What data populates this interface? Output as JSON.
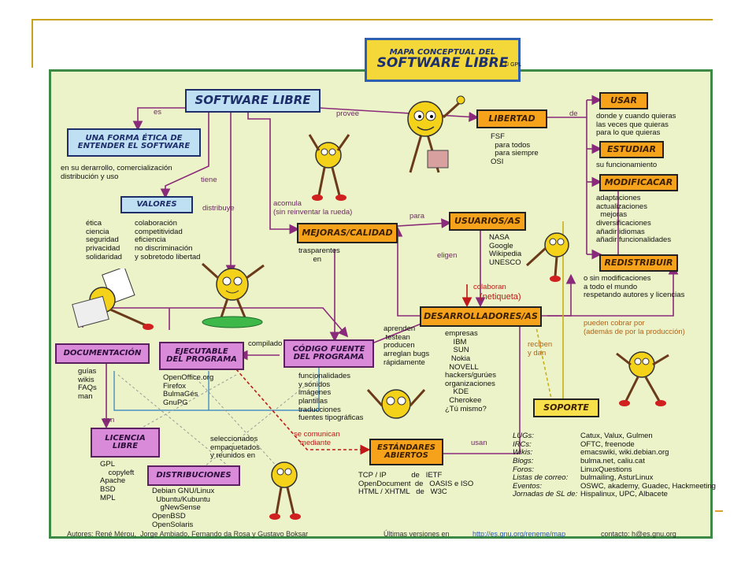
{
  "map": {
    "title": {
      "line1": "MAPA CONCEPTUAL DEL",
      "line2": "SOFTWARE LIBRE",
      "mark": "© GPL"
    },
    "nodes": {
      "software_libre": "SOFTWARE LIBRE",
      "forma_etica": "UNA FORMA ÉTICA DE\nENTENDER EL SOFTWARE",
      "valores": "VALORES",
      "libertad": "LIBERTAD",
      "usar": "USAR",
      "estudiar": "ESTUDIAR",
      "modificar": "MODIFICACAR",
      "redistribuir": "REDISTRIBUIR",
      "usuarios": "USUARIOS/AS",
      "mejoras": "MEJORAS/CALIDAD",
      "desarrolladores": "DESARROLLADORES/AS",
      "documentacion": "DOCUMENTACIÓN",
      "ejecutable": "EJECUTABLE\nDEL PROGRAMA",
      "codigo": "CÓDIGO FUENTE\nDEL PROGRAMA",
      "licencia": "LICENCIA\nLIBRE",
      "distribuciones": "DISTRIBUCIONES",
      "estandares": "ESTÁNDARES\nABIERTOS",
      "soporte": "SOPORTE"
    },
    "links": {
      "es": "es",
      "provee": "provee",
      "de": "de",
      "tiene": "tiene",
      "distribuye": "distribuye",
      "acomula": "acomula\n(sin reinventar la rueda)",
      "para": "para",
      "eligen": "eligen",
      "colaboran": "colaboran",
      "netiqueta": "(netiqueta)",
      "trasparentes": "trasparentes\n       en",
      "compilado": "compilado",
      "con": "con",
      "se_comunican": "se comunican\n   mediante",
      "usan": "usan",
      "reciben": "reciben\ny dan",
      "pueden_cobrar": "pueden cobrar por\n(además de por la producción)"
    },
    "texts": {
      "forma_desc": "en su derarrollo, comercialización\ndistribución y uso",
      "valores_col1": "ética\nciencia\nseguridad\nprivacidad\nsolidaridad",
      "valores_col2": "colaboración\ncompetitividad\neficiencia\nno discriminación\ny sobretodo libertad",
      "libertad_list": "FSF\n  para todos\n  para siempre\nOSI",
      "usar_desc": "donde y cuando quieras\nlas veces que quieras\npara lo que quieras",
      "estudiar_desc": "su funcionamiento",
      "modificar_desc": "adaptaciones\nactualizaciones\n  mejoras\ndiversificaciones\nañadir idiomas\nañadir funcionalidades",
      "redistribuir_desc": "o sin modificaciones\na todo el mundo\nrespetando autores y licencias",
      "usuarios_list": "NASA\nGoogle\nWikipedia\nUNESCO",
      "dev_actions": "aprenden\n testean\nproducen\narreglan bugs\nrápidamente",
      "dev_list": "empresas\n    IBM\n    SUN\n   Nokia\n  NOVELL\nhackers/gurúes\norganizaciones\n    KDE\n  Cherokee\n¿Tú mismo?",
      "doc_list": "guías\nwikis\nFAQs\nman",
      "ejec_list": "OpenOffice.org\nFirefox\nBulmaGés\nGnuPG",
      "codigo_list": "funcionalidades\ny sonidos\nimágenes\nplantillas\ntraducciones\nfuentes tipográficas",
      "licencia_list": "GPL\n    copyleft\nApache\nBSD\nMPL",
      "seleccionados": "seleccionados\nempaquetados\ny reunidos en",
      "distros_list": "Debian GNU/Linux\n  Ubuntu/Kubuntu\n    gNewSense\nOpenBSD\nOpenSolaris",
      "estandares_list": "TCP / IP            de   IETF\nOpenDocument  de   OASIS e ISO\nHTML / XHTML   de   W3C",
      "soporte_labels": "LUGs:\nIRCs:\nWikis:\nBlogs:\nForos:\nListas de correo:\nEventos:\nJornadas de SL de:",
      "soporte_values": "Catux, Valux, Gulmen\nOFTC, freenode\nemacswiki, wiki.debian.org\nbulma.net, caliu.cat\nLinuxQuestions\nbulmailing, AsturLinux\nOSWC, akademy, Guadec, Hackmeeting\nHispalinux, UPC, Albacete"
    },
    "footer": {
      "authors": "Autores: René Mérou,  Jorge Ambiado, Fernando da Rosa y Gustavo Boksar",
      "versions": "Últimas versiones en",
      "url": "http://es.gnu.org/reneme/map",
      "contact": "contacto: h@es.gnu.org"
    },
    "colors": {
      "frame": "#3d8a46",
      "background": "#ecf3c8",
      "accent_line": "#c8a21a",
      "link_purple": "#8a2a7a",
      "link_red": "#c01818",
      "link_blue": "#2a80c0"
    }
  }
}
